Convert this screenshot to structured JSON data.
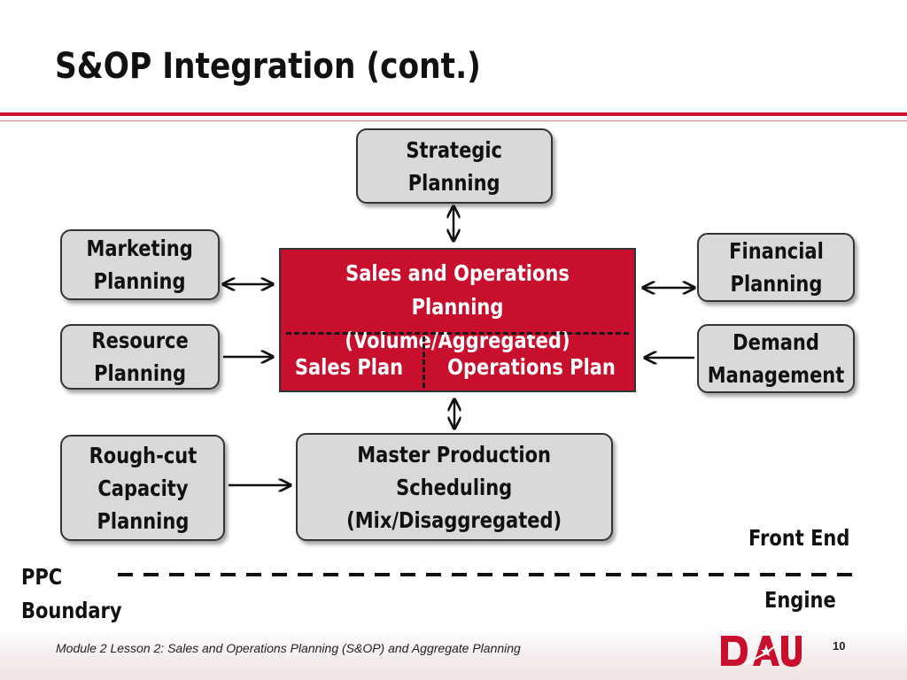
{
  "slide": {
    "title": "S&OP Integration (cont.)",
    "footer": "Module 2 Lesson 2: Sales and Operations Planning (S&OP) and Aggregate Planning",
    "page_number": "10",
    "logo_text": "DAU",
    "accent_color": "#c8102e"
  },
  "boxes": {
    "strategic": "Strategic\nPlanning",
    "marketing": "Marketing\nPlanning",
    "resource": "Resource\nPlanning",
    "rough_cut": "Rough-cut\nCapacity\nPlanning",
    "financial": "Financial\nPlanning",
    "demand": "Demand\nManagement",
    "mps": "Master Production\nScheduling\n(Mix/Disaggregated)"
  },
  "sop": {
    "heading": "Sales and Operations Planning\n(Volume/Aggregated)",
    "sales_plan": "Sales Plan",
    "operations_plan": "Operations Plan"
  },
  "boundary": {
    "ppc_label": "PPC\nBoundary",
    "front_end": "Front End",
    "engine": "Engine"
  }
}
